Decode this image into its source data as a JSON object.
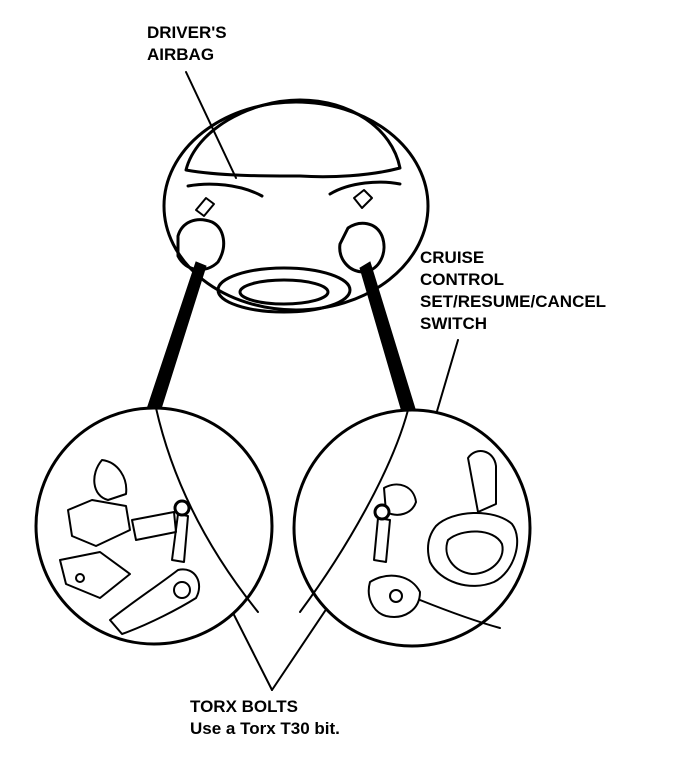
{
  "labels": {
    "airbag": [
      "DRIVER'S",
      "AIRBAG"
    ],
    "cruise": [
      "CRUISE",
      "CONTROL",
      "SET/RESUME/CANCEL",
      "SWITCH"
    ],
    "torx": [
      "TORX BOLTS",
      "Use a Torx T30 bit."
    ]
  },
  "colors": {
    "ink": "#000000",
    "paper": "#ffffff"
  }
}
